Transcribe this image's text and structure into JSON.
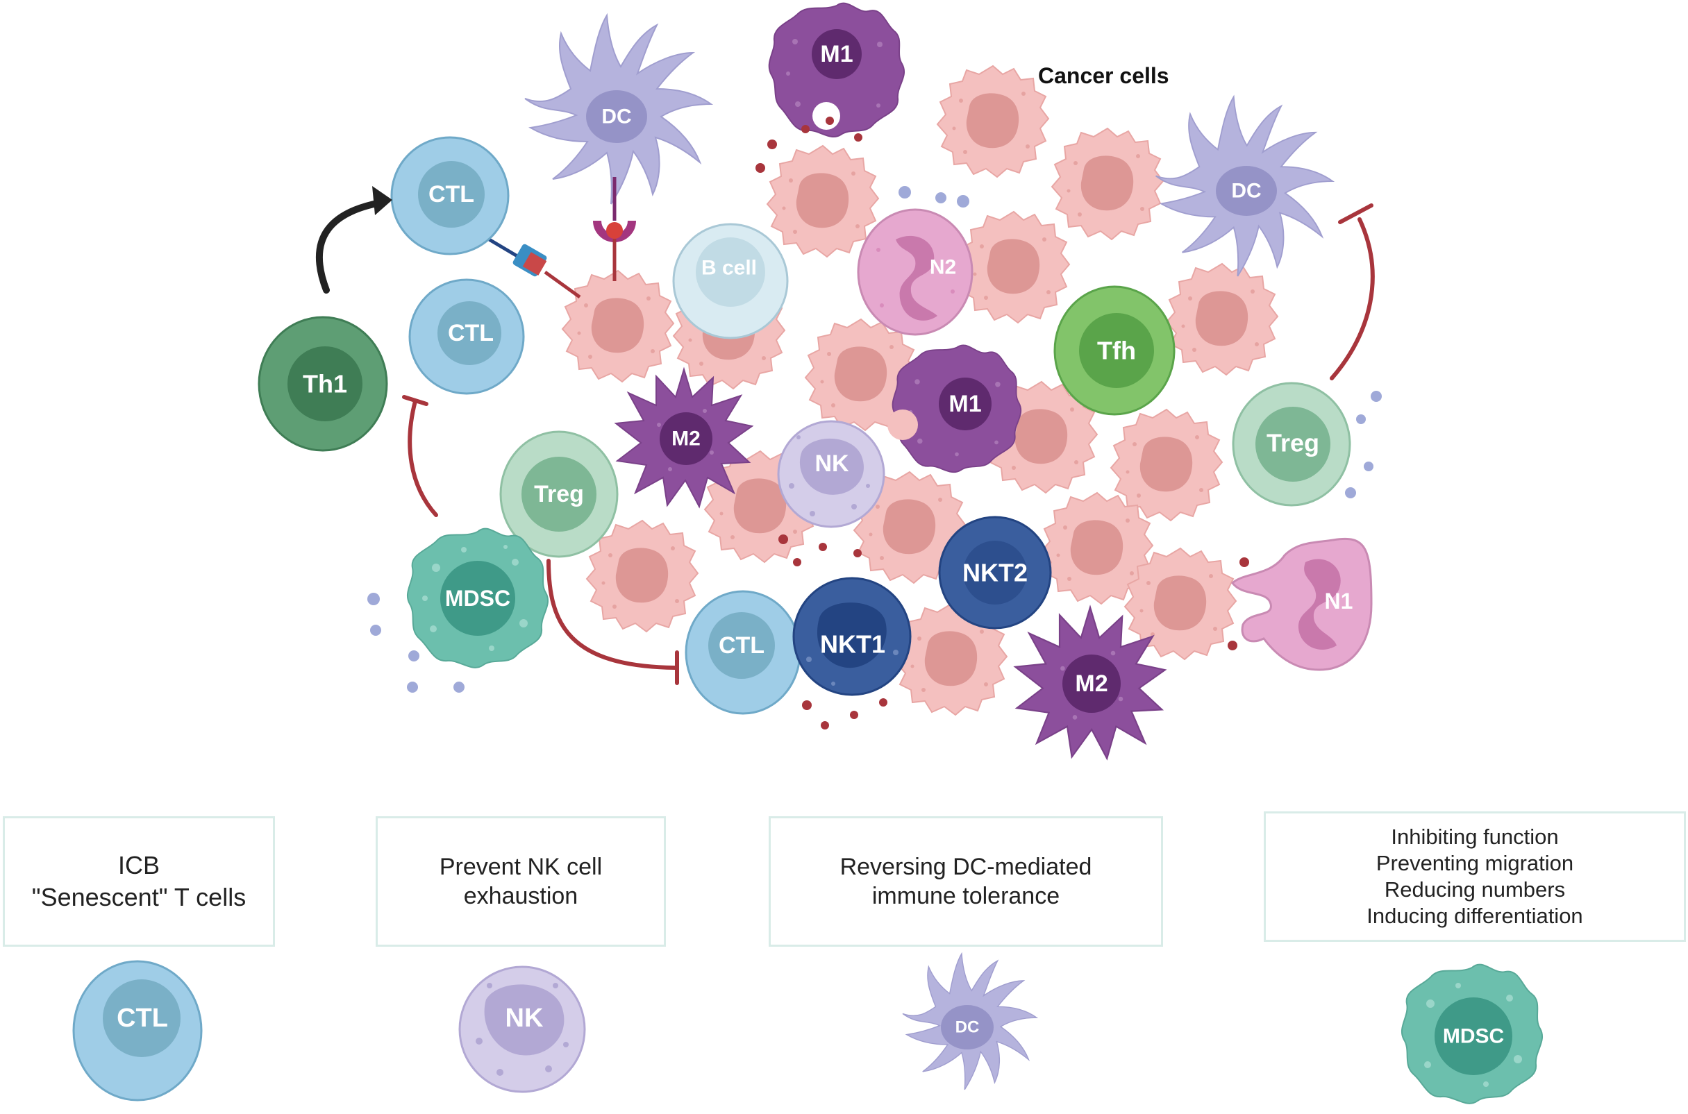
{
  "diagram": {
    "cancer_label": "Cancer cells",
    "cells": {
      "m1_top": "M1",
      "dc_top": "DC",
      "ctl_top": "CTL",
      "ctl_mid": "CTL",
      "th1": "Th1",
      "b_cell": "B cell",
      "n2": "N2",
      "dc_right": "DC",
      "tfh": "Tfh",
      "m1_mid": "M1",
      "m2_left": "M2",
      "treg_left": "Treg",
      "nk": "NK",
      "treg_right": "Treg",
      "mdsc": "MDSC",
      "nkt2": "NKT2",
      "n1": "N1",
      "ctl_bottom": "CTL",
      "nkt1": "NKT1",
      "m2_bottom": "M2"
    }
  },
  "strategies": [
    {
      "lines": [
        "ICB",
        "\"Senescent\" T cells"
      ],
      "cell": "CTL"
    },
    {
      "lines": [
        "Prevent NK cell",
        "exhaustion"
      ],
      "cell": "NK"
    },
    {
      "lines": [
        "Reversing DC-mediated",
        "immune tolerance"
      ],
      "cell": "DC"
    },
    {
      "lines": [
        "Inhibiting function",
        "Preventing migration",
        "Reducing numbers",
        "Inducing differentiation"
      ],
      "cell": "MDSC"
    }
  ],
  "colors": {
    "cancer_fill": "#f4c0bf",
    "cancer_nucleus": "#dd9795",
    "ctl": "#9fcde7",
    "ctl_nucleus": "#7ab0c7",
    "th1": "#5e9e74",
    "th1_nucleus": "#3f7d55",
    "treg": "#b9dcc7",
    "treg_nucleus": "#7eb795",
    "dc": "#b5b3dd",
    "dc_nucleus": "#9593c7",
    "macrophage": "#8c4f9c",
    "macrophage_nucleus": "#5f2a6e",
    "neutrophil": "#e6a8cf",
    "neutrophil_nucleus": "#c979ac",
    "nk": "#d4cde9",
    "nk_nucleus": "#b2a8d4",
    "nkt": "#3a5e9e",
    "nkt_nucleus": "#234482",
    "tfh": "#82c46a",
    "tfh_nucleus": "#5aa44a",
    "bcell": "#d9ebf2",
    "bcell_nucleus": "#c1dbe5",
    "mdsc": "#6cbfad",
    "mdsc_nucleus": "#3f9a88",
    "inhibit": "#a8353c",
    "arrow": "#222222"
  }
}
